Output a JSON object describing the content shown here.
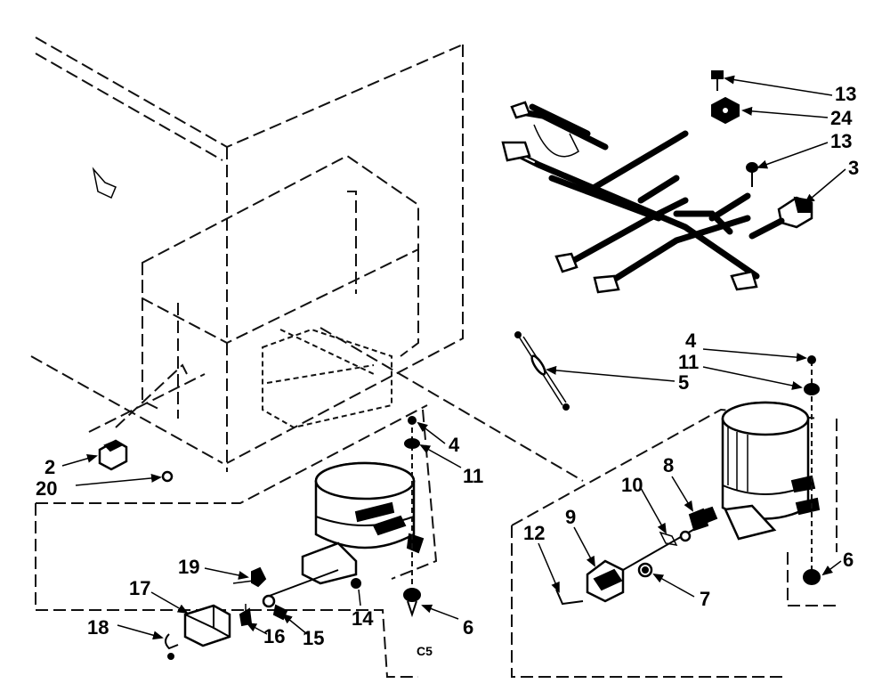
{
  "diagram": {
    "callouts": [
      {
        "id": "2",
        "text": "2"
      },
      {
        "id": "20",
        "text": "20"
      },
      {
        "id": "17",
        "text": "17"
      },
      {
        "id": "18",
        "text": "18"
      },
      {
        "id": "19",
        "text": "19"
      },
      {
        "id": "16",
        "text": "16"
      },
      {
        "id": "15",
        "text": "15"
      },
      {
        "id": "14",
        "text": "14"
      },
      {
        "id": "4a",
        "text": "4"
      },
      {
        "id": "11a",
        "text": "11"
      },
      {
        "id": "6a",
        "text": "6"
      },
      {
        "id": "13a",
        "text": "13"
      },
      {
        "id": "24",
        "text": "24"
      },
      {
        "id": "13b",
        "text": "13"
      },
      {
        "id": "3",
        "text": "3"
      },
      {
        "id": "4b",
        "text": "4"
      },
      {
        "id": "11b",
        "text": "11"
      },
      {
        "id": "5",
        "text": "5"
      },
      {
        "id": "10",
        "text": "10"
      },
      {
        "id": "8",
        "text": "8"
      },
      {
        "id": "12",
        "text": "12"
      },
      {
        "id": "9",
        "text": "9"
      },
      {
        "id": "7",
        "text": "7"
      },
      {
        "id": "6b",
        "text": "6"
      }
    ],
    "diagram_code": "C5"
  }
}
